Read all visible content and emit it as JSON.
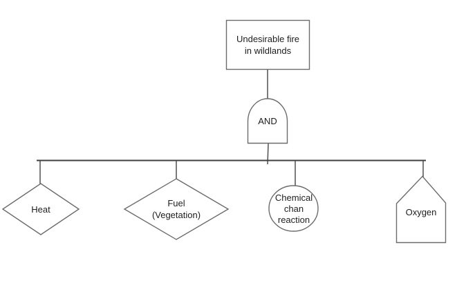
{
  "diagram": {
    "kind": "fault-tree",
    "top_event": {
      "label": "Undesirable fire\nin wildlands",
      "shape": "rectangle"
    },
    "gate": {
      "label": "AND",
      "type": "and-gate"
    },
    "events": [
      {
        "id": "heat",
        "label": "Heat",
        "shape": "diamond"
      },
      {
        "id": "fuel",
        "label": "Fuel\n(Vegetation)",
        "shape": "diamond"
      },
      {
        "id": "chemical-chain-reaction",
        "label": "Chemical\nchan\nreaction",
        "shape": "circle"
      },
      {
        "id": "oxygen",
        "label": "Oxygen",
        "shape": "house"
      }
    ],
    "colors": {
      "background": "#ffffff",
      "shape_stroke": "#6b6b6b",
      "connector": "#4f4f4f",
      "text": "#1d1d1d"
    }
  }
}
